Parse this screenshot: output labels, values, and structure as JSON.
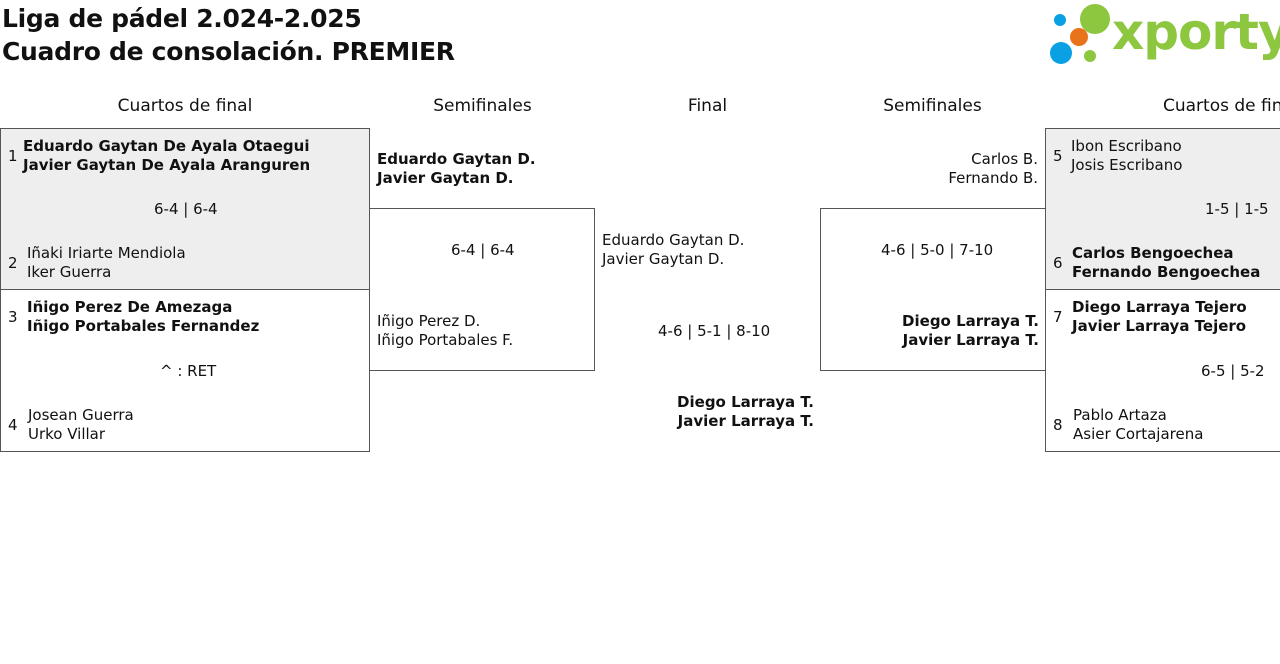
{
  "header": {
    "line1": "Liga de pádel 2.024-2.025",
    "line2": "Cuadro de consolación. PREMIER",
    "logo_text": "xporty"
  },
  "colors": {
    "logo_green": "#8dc63f",
    "logo_blue": "#0aa0e4",
    "logo_orange": "#e8731a",
    "winner_bg": "#eeeeee"
  },
  "rounds": {
    "left_qf": "Cuartos de final",
    "left_sf": "Semifinales",
    "final": "Final",
    "right_sf": "Semifinales",
    "right_qf": "Cuartos de final"
  },
  "left_qf": {
    "m1": {
      "seed_a": "1",
      "a1": "Eduardo Gaytan De Ayala Otaegui",
      "a2": "Javier Gaytan De Ayala Aranguren",
      "score": "6-4 | 6-4",
      "seed_b": "2",
      "b1": "Iñaki Iriarte Mendiola",
      "b2": "Iker Guerra"
    },
    "m2": {
      "seed_a": "3",
      "a1": "Iñigo Perez De Amezaga",
      "a2": "Iñigo Portabales Fernandez",
      "score": "^ : RET",
      "seed_b": "4",
      "b1": "Josean Guerra",
      "b2": "Urko Villar"
    }
  },
  "left_sf": {
    "a1": "Eduardo Gaytan D.",
    "a2": "Javier Gaytan D.",
    "score": "6-4 | 6-4",
    "b1": "Iñigo Perez D.",
    "b2": "Iñigo Portabales F."
  },
  "final": {
    "a1": "Eduardo Gaytan D.",
    "a2": "Javier Gaytan D.",
    "score": "4-6 | 5-1 | 8-10",
    "b1": "Diego Larraya T.",
    "b2": "Javier Larraya T."
  },
  "right_sf": {
    "a1": "Carlos B.",
    "a2": "Fernando B.",
    "score": "4-6 | 5-0 | 7-10",
    "b1": "Diego Larraya T.",
    "b2": "Javier Larraya T."
  },
  "right_qf": {
    "m1": {
      "seed_a": "5",
      "a1": "Ibon Escribano",
      "a2": "Josis Escribano",
      "score": "1-5 | 1-5",
      "seed_b": "6",
      "b1": "Carlos Bengoechea",
      "b2": "Fernando Bengoechea"
    },
    "m2": {
      "seed_a": "7",
      "a1": "Diego Larraya Tejero",
      "a2": "Javier Larraya Tejero",
      "score": "6-5 | 5-2",
      "seed_b": "8",
      "b1": "Pablo Artaza",
      "b2": "Asier Cortajarena"
    }
  }
}
